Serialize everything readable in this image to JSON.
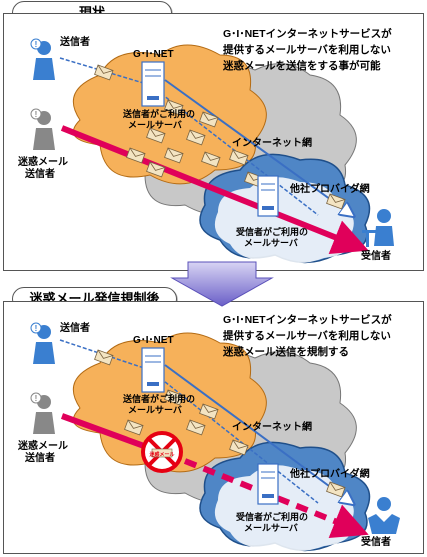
{
  "sections": [
    {
      "title": "現状",
      "description_lines": [
        "G･I･NETインターネットサービスが",
        "提供するメールサーバを利用しない",
        "迷惑メールを送信をする事が可能"
      ],
      "labels": {
        "sender": "送信者",
        "ginet": "G･I･NET",
        "mail_server_line1": "送信者がご利用の",
        "mail_server_line2": "メールサーバ",
        "internet": "インターネット網",
        "spammer_line1": "迷惑メール",
        "spammer_line2": "送信者",
        "other_provider": "他社プロバイダ網",
        "recv_server_line1": "受信者がご利用の",
        "recv_server_line2": "メールサーバ",
        "receiver": "受信者"
      }
    },
    {
      "title": "迷惑メール発信規制後",
      "description_lines": [
        "G･I･NETインターネットサービスが",
        "提供するメールサーバを利用しない",
        "迷惑メール送信を規制する"
      ],
      "labels": {
        "sender": "送信者",
        "ginet": "G･I･NET",
        "mail_server_line1": "送信者がご利用の",
        "mail_server_line2": "メールサーバ",
        "internet": "インターネット網",
        "spammer_line1": "迷惑メール",
        "spammer_line2": "送信者",
        "other_provider": "他社プロバイダ網",
        "recv_server_line1": "受信者がご利用の",
        "recv_server_line2": "メールサーバ",
        "receiver": "受信者"
      },
      "block_stamp": "迷惑メール"
    }
  ],
  "colors": {
    "cloud_orange": "#f6b15a",
    "cloud_gray": "#c8c8c8",
    "cloud_blue": "#4f86c6",
    "spam_arrow": "#e0005a",
    "legit_arrow": "#3a6fc4",
    "block_red": "#e60012",
    "arrow_down": "#7a6fd0"
  }
}
